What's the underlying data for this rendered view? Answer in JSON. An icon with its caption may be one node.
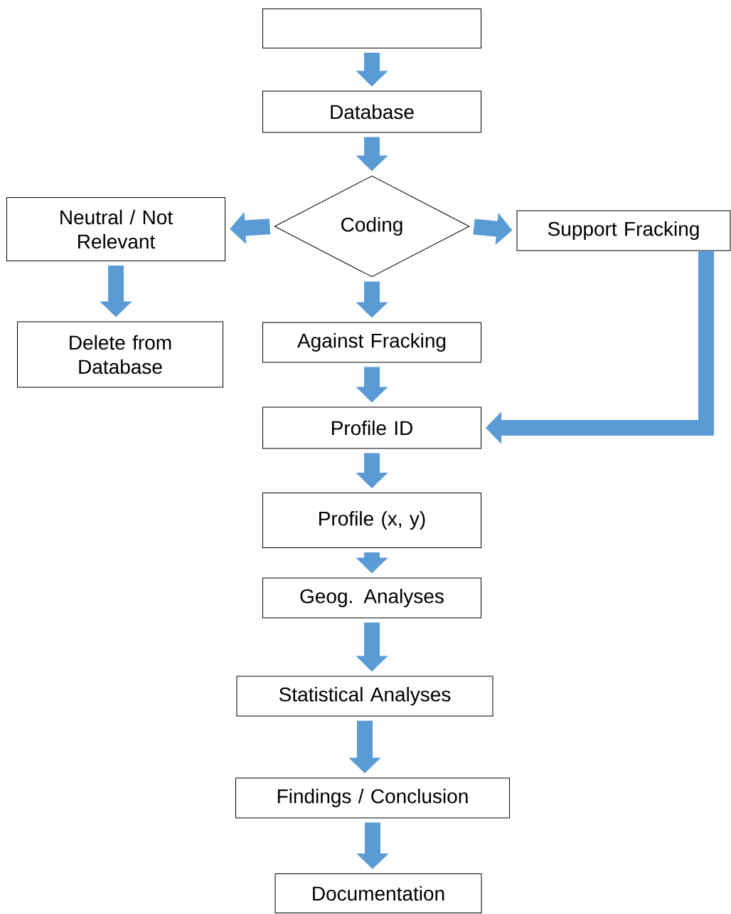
{
  "diagram": {
    "nodes": [
      {
        "text": [],
        "shape": "box"
      },
      {
        "text": [
          "Database"
        ]
      },
      {
        "text": [
          "Coding"
        ]
      },
      {
        "text": [
          "Neutral / Not Relevant"
        ]
      },
      {
        "text": [
          "Support Fracking"
        ]
      },
      {
        "text": [
          "Delete from Database"
        ]
      },
      {
        "text": [
          "Against Fracking"
        ]
      },
      {
        "text": [
          "Profile ID"
        ]
      },
      {
        "text": [
          "Profile (x, y)"
        ]
      },
      {
        "text": [
          "Geog. Analyses"
        ]
      },
      {
        "text": [
          "Statistical Analyses"
        ]
      },
      {
        "text": [
          "Findings / Conclusion"
        ]
      },
      {
        "text": [
          "Documentation"
        ]
      }
    ],
    "edges": [
      {
        "from": 0,
        "to": 1,
        "arrow": "to"
      },
      {
        "from": 1,
        "to": 2,
        "arrow": "to"
      },
      {
        "from": 2,
        "to": 3,
        "arrow": "to"
      },
      {
        "from": 2,
        "to": 4,
        "arrow": "to"
      },
      {
        "from": 3,
        "to": 5,
        "arrow": "to"
      },
      {
        "from": 2,
        "to": 6,
        "arrow": "to"
      },
      {
        "from": 6,
        "to": 7,
        "arrow": "to"
      },
      {
        "from": 4,
        "to": 7,
        "arrow": "to"
      },
      {
        "from": 7,
        "to": 8,
        "arrow": "to"
      },
      {
        "from": 8,
        "to": 9,
        "arrow": "to"
      },
      {
        "from": 9,
        "to": 10,
        "arrow": "to"
      },
      {
        "from": 10,
        "to": 11,
        "arrow": "to"
      },
      {
        "from": 11,
        "to": 12,
        "arrow": "to"
      }
    ]
  }
}
